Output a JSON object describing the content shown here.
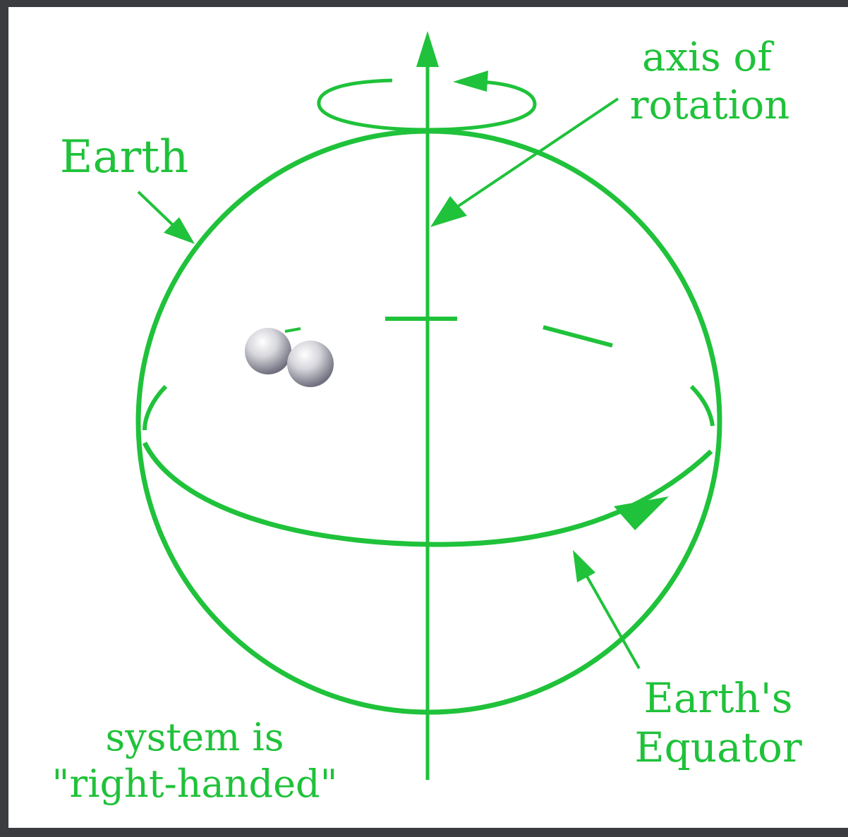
{
  "labels": {
    "axis_line1": "axis of",
    "axis_line2": "rotation",
    "earth": "Earth",
    "equator_line1": "Earth's",
    "equator_line2": "Equator",
    "handed_line1": "system is",
    "handed_line2": "\"right-handed\""
  },
  "colors": {
    "diagram_green": "#1fc23a",
    "background": "#ffffff",
    "frame": "#3b3c40",
    "marker_grey": "#a9a9b4"
  },
  "icons": {
    "markers": "grey-sphere-icon"
  }
}
